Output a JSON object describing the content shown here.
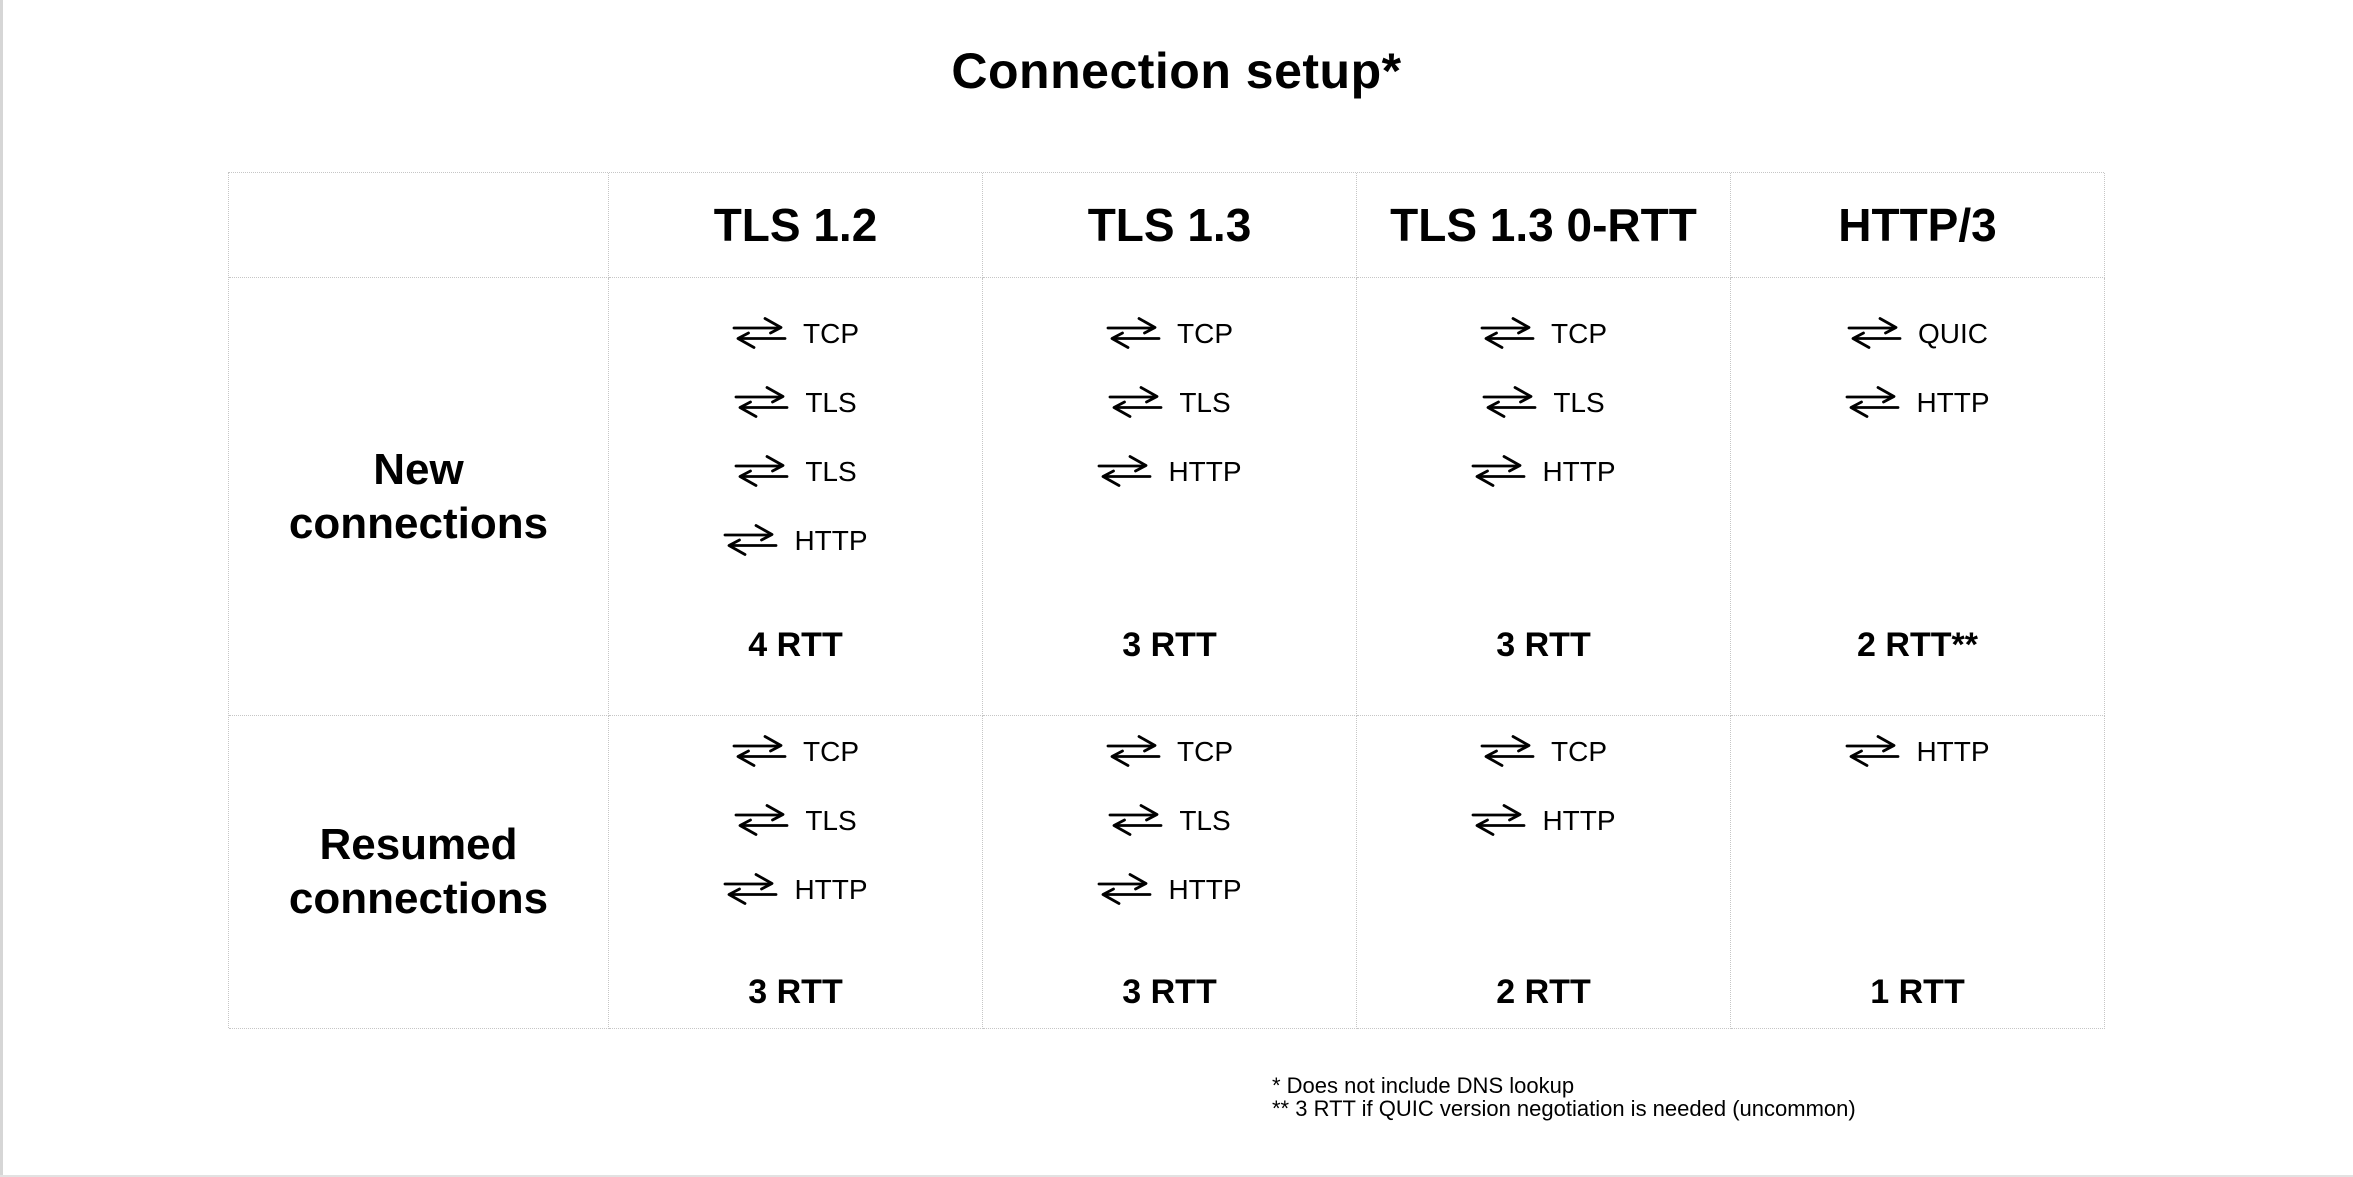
{
  "chart_data": {
    "type": "table",
    "title": "Connection setup*",
    "columns": [
      "",
      "TLS 1.2",
      "TLS 1.3",
      "TLS 1.3 0-RTT",
      "HTTP/3"
    ],
    "rows": [
      {
        "label": "New connections",
        "cells": [
          {
            "round_trips": [
              "TCP",
              "TLS",
              "TLS",
              "HTTP"
            ],
            "total": "4 RTT"
          },
          {
            "round_trips": [
              "TCP",
              "TLS",
              "HTTP"
            ],
            "total": "3 RTT"
          },
          {
            "round_trips": [
              "TCP",
              "TLS",
              "HTTP"
            ],
            "total": "3 RTT"
          },
          {
            "round_trips": [
              "QUIC",
              "HTTP"
            ],
            "total": "2 RTT**"
          }
        ]
      },
      {
        "label": "Resumed connections",
        "cells": [
          {
            "round_trips": [
              "TCP",
              "TLS",
              "HTTP"
            ],
            "total": "3 RTT"
          },
          {
            "round_trips": [
              "TCP",
              "TLS",
              "HTTP"
            ],
            "total": "3 RTT"
          },
          {
            "round_trips": [
              "TCP",
              "HTTP"
            ],
            "total": "2 RTT"
          },
          {
            "round_trips": [
              "HTTP"
            ],
            "total": "1 RTT"
          }
        ]
      }
    ],
    "footnotes": [
      "* Does not include DNS lookup",
      "** 3 RTT if QUIC version negotiation is needed (uncommon)"
    ],
    "icon_legend": "round-trip-arrows",
    "layout": {
      "grid": "on",
      "header_row": true,
      "label_column": true
    },
    "colors": {
      "text": "#000000",
      "table_border": "#c6c6c6",
      "background": "#ffffff"
    }
  }
}
